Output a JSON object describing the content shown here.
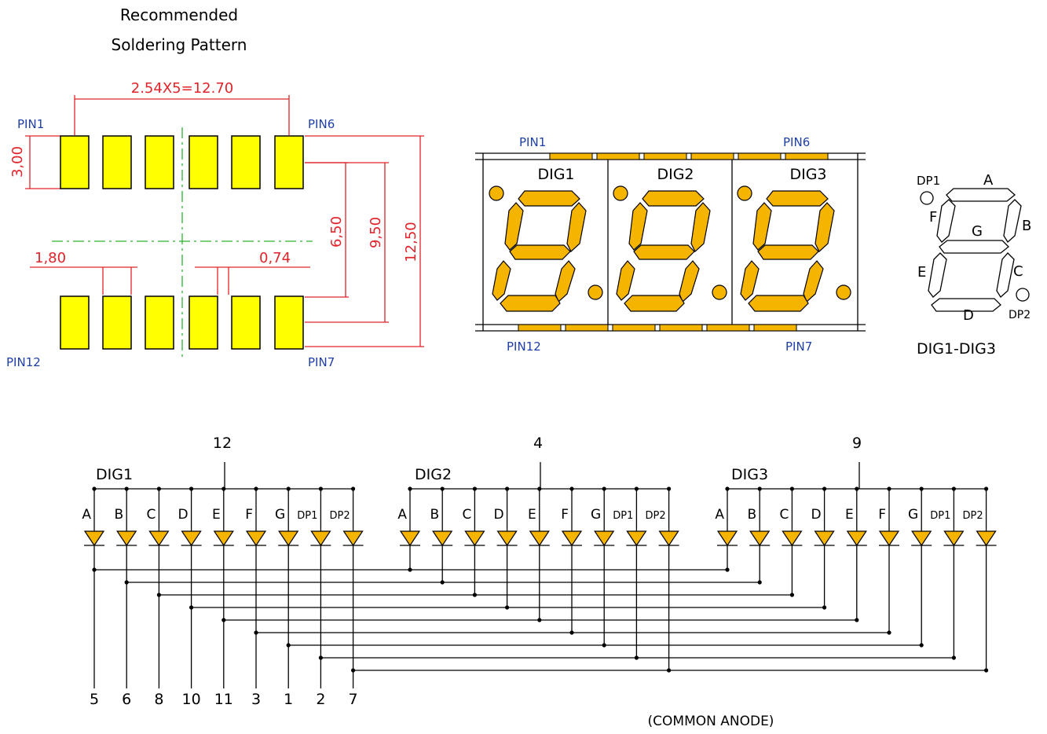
{
  "title": {
    "line1": "Recommended",
    "line2": "Soldering Pattern"
  },
  "footprint": {
    "pitch_label": "2.54X5=12.70",
    "pin1": "PIN1",
    "pin6": "PIN6",
    "pin12": "PIN12",
    "pin7": "PIN7",
    "dim_pad_height": "3,00",
    "dim_pad_width": "1,80",
    "dim_gap": "0,74",
    "dim_6_50": "6,50",
    "dim_9_50": "9,50",
    "dim_12_50": "12,50"
  },
  "display": {
    "pin1": "PIN1",
    "pin6": "PIN6",
    "pin12": "PIN12",
    "pin7": "PIN7",
    "digits": [
      "DIG1",
      "DIG2",
      "DIG3"
    ]
  },
  "segment_key": {
    "labels": {
      "A": "A",
      "B": "B",
      "C": "C",
      "D": "D",
      "E": "E",
      "F": "F",
      "G": "G",
      "DP1": "DP1",
      "DP2": "DP2"
    },
    "caption": "DIG1-DIG3"
  },
  "schematic": {
    "digits": [
      {
        "name": "DIG1",
        "common_pin": "12"
      },
      {
        "name": "DIG2",
        "common_pin": "4"
      },
      {
        "name": "DIG3",
        "common_pin": "9"
      }
    ],
    "segments": [
      "A",
      "B",
      "C",
      "D",
      "E",
      "F",
      "G",
      "DP1",
      "DP2"
    ],
    "bottom_pins": [
      "5",
      "6",
      "8",
      "10",
      "11",
      "3",
      "1",
      "2",
      "7"
    ],
    "note": "(COMMON ANODE)"
  },
  "colors": {
    "segment": "#f5b400",
    "pad": "#ffff00",
    "dimension": "#e0242a",
    "pin_label": "#1f3fa8"
  }
}
